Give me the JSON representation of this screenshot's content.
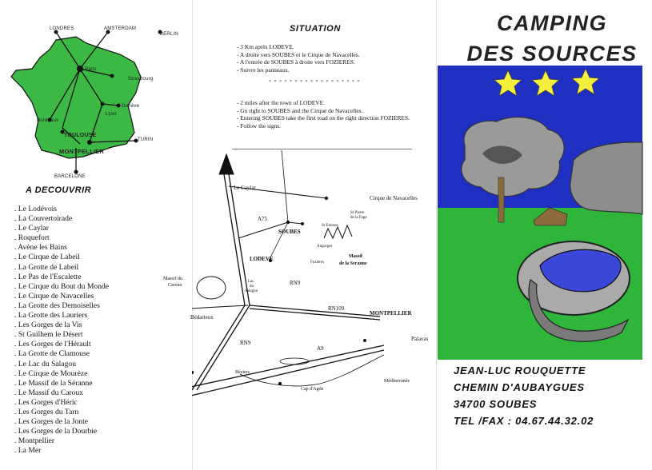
{
  "map_cities": {
    "london": "LONDRES",
    "amsterdam": "AMSTERDAM",
    "berlin": "BERLIN",
    "paris": "Paris",
    "strasbourg": "Strasbourg",
    "geneva": "Genève",
    "lyon": "Lyon",
    "bordeaux": "Bordeaux",
    "toulouse": "TOULOUSE",
    "montpellier": "MONTPELLIER",
    "turin": "TURIN",
    "barcelona": "BARCELONE"
  },
  "discover": {
    "title": "A DECOUVRIR",
    "items": [
      ". Le Lodévois",
      ". La Couvertoirade",
      ". Le Caylar",
      ". Roquefort",
      ". Avène les Bains",
      ". Le Cirque de Labeil",
      ". La Grotte de Labeil",
      ". Le Pas de l'Escalette",
      ". Le Cirque du Bout du Monde",
      ". Le Cirque de Navacelles",
      ". La Grotte des Demoiselles",
      ". La Grotte des Lauriers",
      ". Les Gorges de la Vis",
      ". St Guilhem le Désert",
      ". Les Gorges de l'Hérault",
      ". La Grotte de Clamouse",
      ". Le Lac du Salagou",
      ". Le Cirque de Mourèze",
      ". Le Massif de la Séranne",
      ". Le Massif du Caroux",
      ". Les Gorges d'Héric",
      ". Les Gorges du Tarn",
      ". Les Gorges de la Jonte",
      ". Les Gorges de la Dourbie",
      ". Montpellier",
      ". La Mer"
    ]
  },
  "situation": {
    "title": "SITUATION",
    "fr": [
      "- 3 Km après LODEVE.",
      "- A droite vers SOUBES et le Cirque de Navacelles.",
      "- A l'entrée de SOUBES à droite vers FOZIERES.",
      "- Suivre les panneaux."
    ],
    "separator": "* * * * * * * * * * * * * * * * * *",
    "en": [
      "- 2 miles after the town of LODEVE.",
      "- Go right to SOUBES and the Cirque de Navacelles.",
      "- Entering SOUBES take the first road on the right direction FOZIERES.",
      "- Follow the signs."
    ]
  },
  "region_map": {
    "le_caylar": "Le Caylar",
    "navacelles": "Cirque de Navacelles",
    "st_pierre": "St Pierre",
    "de_la_fage": "de la Fage",
    "st_etienne": "St Etienne",
    "a75": "A75",
    "soubes": "SOUBES",
    "lodeve": "LODEVE",
    "fozieres": "Fozières",
    "arboras": "Angorges",
    "massif_seranne_1": "Massif",
    "massif_seranne_2": "de la Seranne",
    "massif_caroux_1": "Massif du",
    "massif_caroux_2": "Caroux",
    "lac_1": "Lac",
    "lac_2": "du",
    "lac_3": "Salagou",
    "rn9_north": "RN9",
    "rn109": "RN109",
    "montpellier": "MONTPELLIER",
    "bedarieux": "Bédarieux",
    "rn9_south": "RN9",
    "a9": "A9",
    "palavas": "Palavas",
    "beziers": "Béziers",
    "cap_agde": "Cap d'Agde",
    "mediterranee": "Méditerranée"
  },
  "camping": {
    "title_line1": "CAMPING",
    "title_line2": "DES SOURCES",
    "stars": 3,
    "owner": "JEAN-LUC ROUQUETTE",
    "address": "CHEMIN D'AUBAYGUES",
    "postcode_city": "34700 SOUBES",
    "phone": "TEL /FAX : 04.67.44.32.02"
  },
  "colors": {
    "france_green": "#3cb844",
    "sky_blue": "#1e2fc2",
    "grass_green": "#2fb53a",
    "pool_blue": "#3b47d6",
    "star_yellow": "#f4ef3c"
  }
}
